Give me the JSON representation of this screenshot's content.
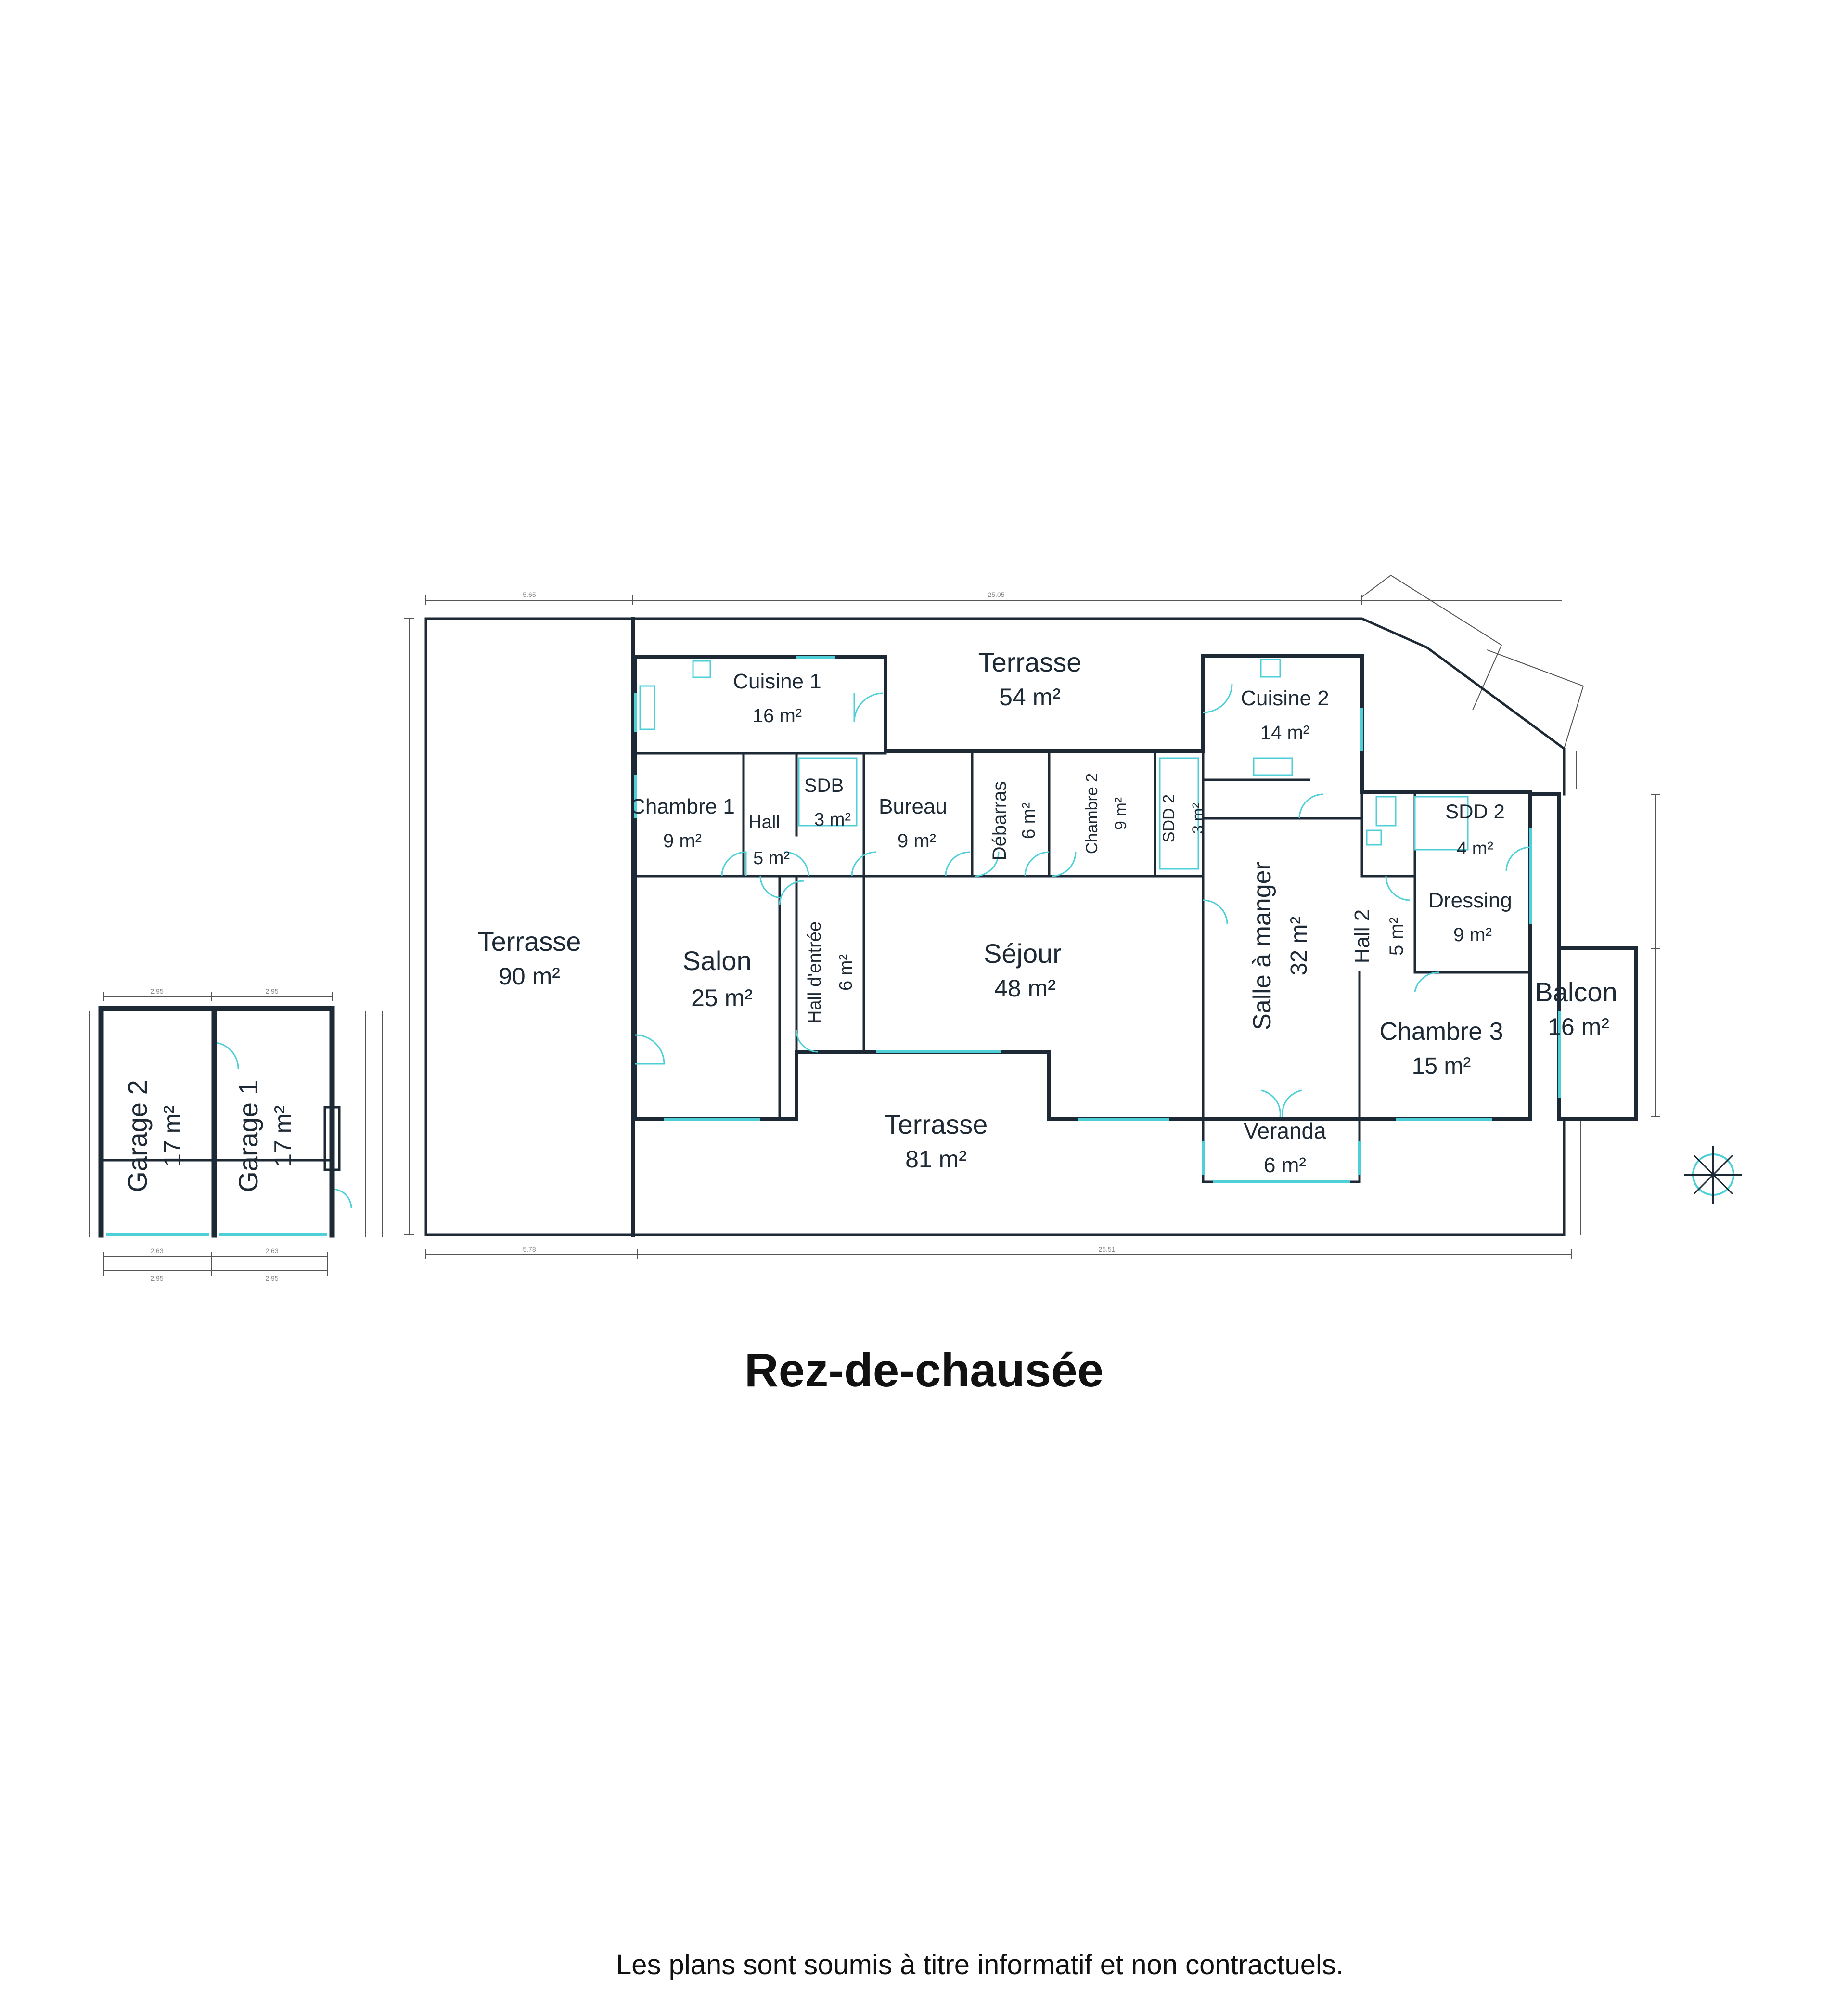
{
  "level_title": "Rez-de-chausée",
  "disclaimer": "Les plans sont soumis à titre informatif et non contractuels.",
  "rooms": {
    "terrasse_west": {
      "name": "Terrasse",
      "area": "90 m²"
    },
    "terrasse_north": {
      "name": "Terrasse",
      "area": "54 m²"
    },
    "terrasse_south": {
      "name": "Terrasse",
      "area": "81 m²"
    },
    "cuisine_1": {
      "name": "Cuisine 1",
      "area": "16 m²"
    },
    "cuisine_2": {
      "name": "Cuisine 2",
      "area": "14 m²"
    },
    "chambre_1": {
      "name": "Chambre 1",
      "area": "9 m²"
    },
    "hall_1": {
      "name": "Hall",
      "area": "5 m²"
    },
    "sdb": {
      "name": "SDB",
      "area": "3 m²"
    },
    "bureau": {
      "name": "Bureau",
      "area": "9 m²"
    },
    "debarras": {
      "name": "Débarras",
      "area": "6 m²"
    },
    "chambre_2": {
      "name": "Chambre 2",
      "area": "9 m²"
    },
    "sdd_2_small": {
      "name": "SDD 2",
      "area": "3 m²"
    },
    "sdd_2": {
      "name": "SDD 2",
      "area": "4 m²"
    },
    "salon": {
      "name": "Salon",
      "area": "25 m²"
    },
    "hall_entree": {
      "name": "Hall d'entrée",
      "area": "6 m²"
    },
    "sejour": {
      "name": "Séjour",
      "area": "48 m²"
    },
    "salle_a_manger": {
      "name": "Salle à manger",
      "area": "32 m²"
    },
    "hall_2": {
      "name": "Hall 2",
      "area": "5 m²"
    },
    "dressing": {
      "name": "Dressing",
      "area": "9 m²"
    },
    "chambre_3": {
      "name": "Chambre 3",
      "area": "15 m²"
    },
    "balcon": {
      "name": "Balcon",
      "area": "16 m²"
    },
    "veranda": {
      "name": "Veranda",
      "area": "6 m²"
    },
    "garage_1": {
      "name": "Garage 1",
      "area": "17 m²"
    },
    "garage_2": {
      "name": "Garage 2",
      "area": "17 m²"
    }
  }
}
